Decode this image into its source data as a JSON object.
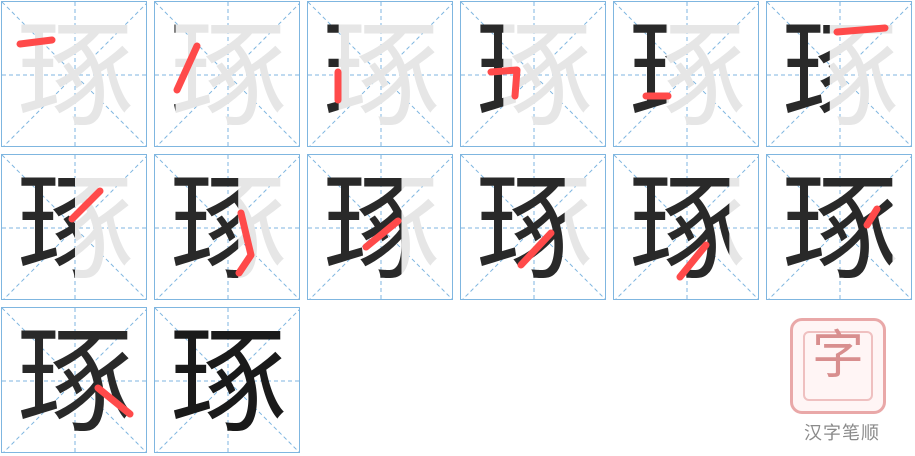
{
  "character": "琢",
  "stroke_count": 14,
  "highlight_color": "#ff4a4a",
  "grid_color": "#7fb6e0",
  "brand": {
    "name": "汉字笔顺",
    "seal_char": "字"
  }
}
